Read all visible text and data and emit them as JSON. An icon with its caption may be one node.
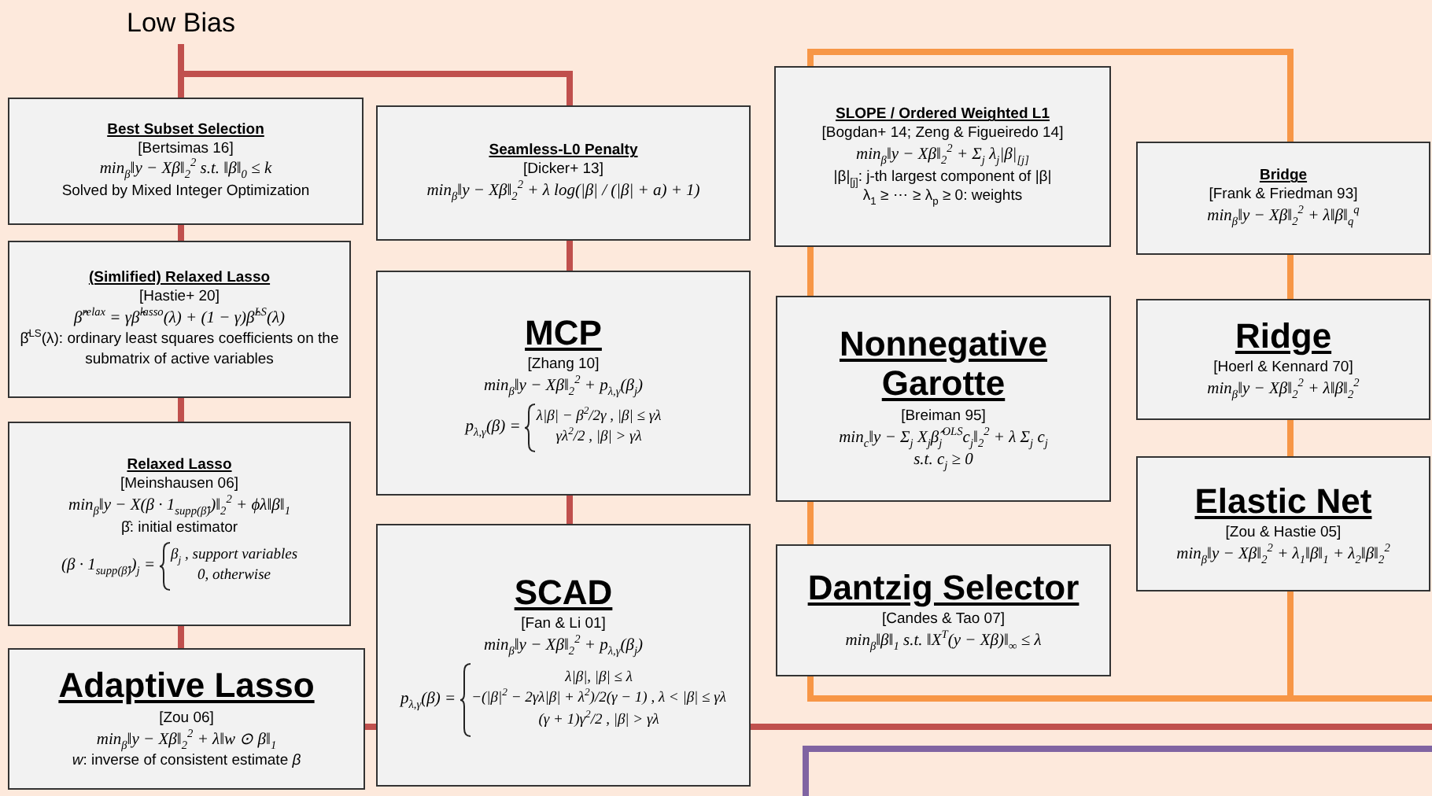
{
  "diagram": {
    "nodes": [
      {
        "text": [
          "Low Bias"
        ]
      },
      {
        "text": [
          "Best Subset Selection",
          "[Bertsimas 16]",
          "min$_{β}$‖y − Xβ‖$_{2}$$^{2}$  s.t. ‖β‖$_{0}$ ≤ k",
          "Solved by Mixed Integer Optimization"
        ]
      },
      {
        "text": [
          "(Simlified) Relaxed Lasso",
          "[Hastie+ 20]",
          "β̂$^{relax}$ = γβ̂$^{lasso}$(λ) + (1 − γ)β̂$^{LS}$(λ)",
          "β̂$^{LS}$(λ): ordinary least squares coefficients on the submatrix of active variables"
        ]
      },
      {
        "text": [
          "Relaxed Lasso",
          "[Meinshausen 06]",
          "min$_{β}$‖y − X(β · 1$_{supp(β̂)}$)‖$_{2}$$^{2}$ + ϕλ‖β‖$_{1}$",
          "β̂: initial estimator",
          "(β · 1$_{supp(β̂)}$)$_{j}$ =",
          "β$_{j}$ , support variables",
          "0, otherwise"
        ]
      },
      {
        "text": [
          "Adaptive Lasso",
          "[Zou 06]",
          "min$_{β}$‖y − Xβ‖$_{2}$$^{2}$ + λ‖w ⊙ β‖$_{1}$",
          "*w*: inverse of consistent estimate *β*"
        ]
      },
      {
        "text": [
          "Seamless-L0 Penalty",
          "[Dicker+ 13]",
          "min$_{β}$‖y − Xβ‖$_{2}$$^{2}$ + λ log(|β| / (|β| + a) + 1)"
        ]
      },
      {
        "text": [
          "MCP",
          "[Zhang 10]",
          "min$_{β}$‖y − Xβ‖$_{2}$$^{2}$ + p$_{λ,γ}$(β$_{j}$)",
          "p$_{λ,γ}$(β) =",
          "λ|β| − β$^{2}$/2γ , |β| ≤ γλ",
          "γλ$^{2}$/2 , |β| > γλ"
        ]
      },
      {
        "text": [
          "SCAD",
          "[Fan & Li 01]",
          "min$_{β}$‖y − Xβ‖$_{2}$$^{2}$ + p$_{λ,γ}$(β$_{j}$)",
          "p$_{λ,γ}$(β) =",
          "λ|β|,     |β| ≤ λ",
          "−(|β|$^{2}$ − 2γλ|β| + λ$^{2}$)/2(γ − 1) , λ < |β| ≤ γλ",
          "(γ + 1)γ$^{2}$/2 , |β| > γλ"
        ]
      },
      {
        "text": [
          "SLOPE / Ordered Weighted L1",
          "[Bogdan+ 14; Zeng & Figueiredo 14]",
          "min$_{β}$‖y − Xβ‖$_{2}$$^{2}$ + Σ$_{j}$ λ$_{j}$|β|$_{[j]}$",
          "|β|$_{[j]}$: j-th largest component of |β|",
          "λ$_{1}$ ≥ ⋯ ≥ λ$_{p}$ ≥ 0: weights"
        ]
      },
      {
        "text": [
          "Nonnegative Garotte",
          "[Breiman 95]",
          "min$_{c}$‖y − Σ$_{j}$ X$_{j}$β̂$_{j}$$^{OLS}$c$_{j}$‖$_{2}$$^{2}$ + λ Σ$_{j}$ c$_{j}$",
          "s.t. c$_{j}$ ≥ 0"
        ]
      },
      {
        "text": [
          "Dantzig Selector",
          "[Candes & Tao 07]",
          "min$_{β}$‖β‖$_{1}$  s.t. ‖X$^{T}$(y − Xβ)‖$_{∞}$ ≤ λ"
        ]
      },
      {
        "text": [
          "Bridge",
          "[Frank & Friedman 93]",
          "min$_{β}$‖y − Xβ‖$_{2}$$^{2}$ + λ‖β‖$_{q}$$^{q}$"
        ]
      },
      {
        "text": [
          "Ridge",
          "[Hoerl & Kennard 70]",
          "min$_{β}$‖y − Xβ‖$_{2}$$^{2}$ + λ‖β‖$_{2}$$^{2}$"
        ]
      },
      {
        "text": [
          "Elastic Net",
          "[Zou & Hastie 05]",
          "min$_{β}$‖y − Xβ‖$_{2}$$^{2}$ + λ$_{1}$‖β‖$_{1}$ + λ$_{2}$‖β‖$_{2}$$^{2}$"
        ]
      }
    ],
    "edges": [
      {
        "from": 0,
        "to": 1,
        "arrow": "none"
      },
      {
        "from": 1,
        "to": 2,
        "arrow": "none"
      },
      {
        "from": 2,
        "to": 3,
        "arrow": "none"
      },
      {
        "from": 3,
        "to": 4,
        "arrow": "none"
      },
      {
        "from": 0,
        "to": 5,
        "arrow": "none"
      },
      {
        "from": 5,
        "to": 6,
        "arrow": "none"
      },
      {
        "from": 6,
        "to": 7,
        "arrow": "none"
      },
      {
        "from": 4,
        "to": 7,
        "arrow": "none"
      },
      {
        "from": 7,
        "to": null,
        "arrow": "none"
      },
      {
        "from": 8,
        "to": 11,
        "arrow": "none",
        "color": "#f79646"
      },
      {
        "from": 8,
        "to": 9,
        "arrow": "none",
        "color": "#f79646"
      },
      {
        "from": 9,
        "to": 10,
        "arrow": "none",
        "color": "#f79646"
      },
      {
        "from": 11,
        "to": 12,
        "arrow": "none",
        "color": "#f79646"
      },
      {
        "from": 12,
        "to": 13,
        "arrow": "none",
        "color": "#f79646"
      },
      {
        "from": 10,
        "to": null,
        "arrow": "none",
        "color": "#f79646"
      },
      {
        "from": 13,
        "to": null,
        "arrow": "none",
        "color": "#f79646"
      }
    ]
  }
}
